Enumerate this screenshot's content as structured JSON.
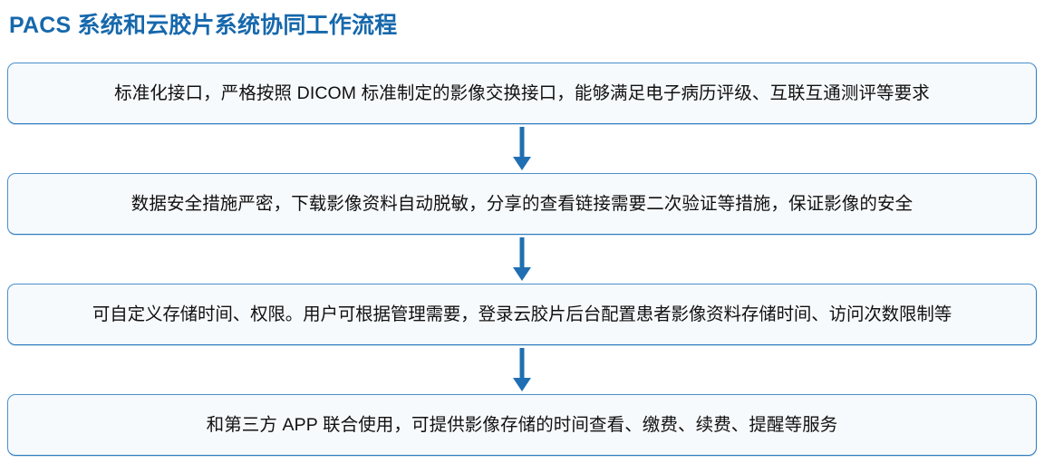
{
  "header": {
    "title": "PACS 系统和云胶片系统协同工作流程",
    "title_color": "#1668AC"
  },
  "flow": {
    "box_border_color": "#4A90CC",
    "box_fill_color": "#F7FAFD",
    "arrow_color": "#1F6FB2",
    "steps": [
      {
        "index": 1,
        "text": "标准化接口，严格按照 DICOM 标准制定的影像交换接口，能够满足电子病历评级、互联互通测评等要求"
      },
      {
        "index": 2,
        "text": "数据安全措施严密，下载影像资料自动脱敏，分享的查看链接需要二次验证等措施，保证影像的安全"
      },
      {
        "index": 3,
        "text": "可自定义存储时间、权限。用户可根据管理需要，登录云胶片后台配置患者影像资料存储时间、访问次数限制等"
      },
      {
        "index": 4,
        "text": "和第三方 APP 联合使用，可提供影像存储的时间查看、缴费、续费、提醒等服务"
      }
    ],
    "connectors": [
      {
        "index": 1,
        "icon": "down-arrow-icon"
      },
      {
        "index": 2,
        "icon": "down-arrow-icon"
      },
      {
        "index": 3,
        "icon": "down-arrow-icon"
      }
    ]
  }
}
